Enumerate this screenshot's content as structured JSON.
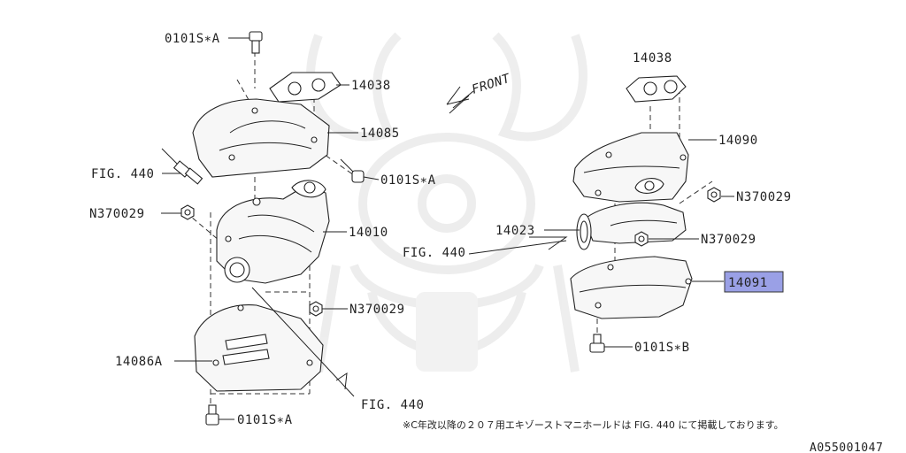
{
  "labels": {
    "bolt_a_top": "0101S∗A",
    "p14038_left": "14038",
    "p14085": "14085",
    "bolt_a_mid": "0101S∗A",
    "fig440_left": "FIG. 440",
    "n370029_left": "N370029",
    "p14010": "14010",
    "n370029_center": "N370029",
    "p14086a": "14086A",
    "bolt_a_bottom": "0101S∗A",
    "fig440_bottom": "FIG. 440",
    "front": "FRONT",
    "p14038_right": "14038",
    "p14090": "14090",
    "n370029_right_top": "N370029",
    "p14023": "14023",
    "n370029_right_mid": "N370029",
    "fig440_center": "FIG. 440",
    "p14091": "14091",
    "bolt_b": "0101S∗B"
  },
  "note": "※C年改以降の２０７用エキゾーストマニホールドは FIG. 440 にて掲載しております。",
  "diagram_code": "A055001047",
  "highlight_color": "#9aa0e6"
}
